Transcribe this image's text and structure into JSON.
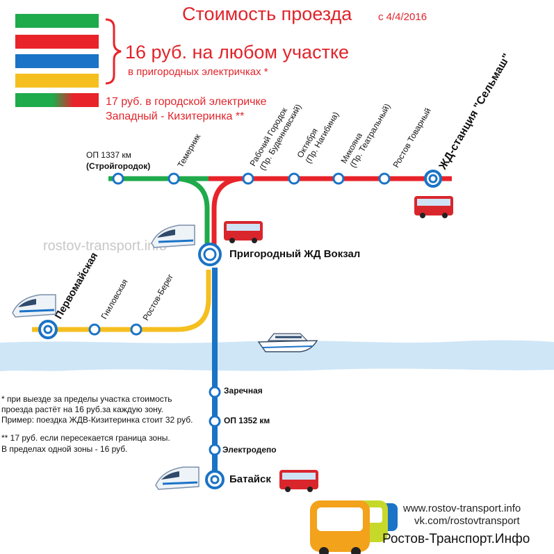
{
  "header": {
    "title": "Стоимость проезда",
    "date": "с 4/4/2016",
    "fare_main": "16 руб. на любом участке",
    "fare_sub": "в пригородных электричках *",
    "fare_city_1": "17 руб. в городской электричке",
    "fare_city_2": "Западный - Кизитеринка  **"
  },
  "legend_colors": [
    "#1faa4b",
    "#e8232a",
    "#1a73c6",
    "#f5bf1f",
    "#e8232a"
  ],
  "colors": {
    "green": "#1faa4b",
    "red": "#e8232a",
    "blue": "#1a73c6",
    "yellow": "#f5bf1f",
    "river": "#cfe6f7",
    "title_red": "#e0242b"
  },
  "watermark": "rostov-transport.info",
  "stations": {
    "op1337": "ОП 1337 км",
    "op1337_sub": "(Стройгородок)",
    "temernik": "Темерник",
    "rabochiy": "Рабочий Городок",
    "rabochiy_sub": "(Пр. Буденновский)",
    "oktyabrya": "Октября",
    "oktyabrya_sub": "(Пр. Нагибина)",
    "mikoyana": "Микояна",
    "mikoyana_sub": "(Пр. Театральный)",
    "rostov_tovarny": "Ростов Товарный",
    "selmash": "ЖД-станция \"Сельмаш\"",
    "vokzal": "Пригородный ЖД Вокзал",
    "pervomayskaya": "Первомайская",
    "gnilovskaya": "Гниловская",
    "rostov_bereg": "Ростов-Берег",
    "zarechnaya": "Заречная",
    "op1352": "ОП 1352 км",
    "elektrodepo": "Электродепо",
    "bataysk": "Батайск"
  },
  "notes": {
    "n1": "* при выезде за пределы участка стоимость",
    "n2": "проезда растёт на 16 руб.за каждую зону.",
    "n3": "Пример: поездка ЖДВ-Кизитеринка стоит 32 руб.",
    "n4": "** 17 руб. если пересекается граница зоны.",
    "n5": "В пределах одной зоны - 16 руб."
  },
  "footer": {
    "site": "www.rostov-transport.info",
    "vk": "vk.com/rostovtransport",
    "brand": "Ростов-Транспорт.Инфо"
  }
}
